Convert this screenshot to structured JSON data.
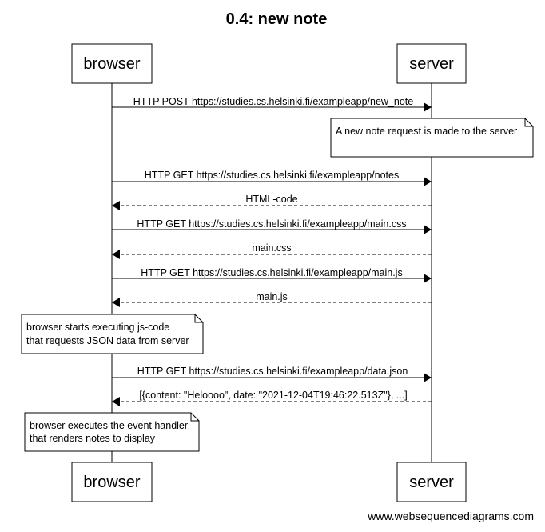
{
  "diagram": {
    "title": "0.4: new note",
    "participants": [
      {
        "id": "browser",
        "label": "browser"
      },
      {
        "id": "server",
        "label": "server"
      }
    ],
    "steps": [
      {
        "kind": "message",
        "from": "browser",
        "to": "server",
        "style": "solid",
        "label": "HTTP POST https://studies.cs.helsinki.fi/exampleapp/new_note"
      },
      {
        "kind": "note",
        "over": "server",
        "placement": "right",
        "lines": [
          "A new note request is made to the server"
        ]
      },
      {
        "kind": "message",
        "from": "browser",
        "to": "server",
        "style": "solid",
        "label": "HTTP GET https://studies.cs.helsinki.fi/exampleapp/notes"
      },
      {
        "kind": "message",
        "from": "server",
        "to": "browser",
        "style": "dashed",
        "label": "HTML-code"
      },
      {
        "kind": "message",
        "from": "browser",
        "to": "server",
        "style": "solid",
        "label": "HTTP GET https://studies.cs.helsinki.fi/exampleapp/main.css"
      },
      {
        "kind": "message",
        "from": "server",
        "to": "browser",
        "style": "dashed",
        "label": "main.css"
      },
      {
        "kind": "message",
        "from": "browser",
        "to": "server",
        "style": "solid",
        "label": "HTTP GET https://studies.cs.helsinki.fi/exampleapp/main.js"
      },
      {
        "kind": "message",
        "from": "server",
        "to": "browser",
        "style": "dashed",
        "label": "main.js"
      },
      {
        "kind": "note",
        "over": "browser",
        "placement": "over",
        "lines": [
          "browser starts executing js-code",
          "that requests JSON data from server"
        ]
      },
      {
        "kind": "message",
        "from": "browser",
        "to": "server",
        "style": "solid",
        "label": "HTTP GET https://studies.cs.helsinki.fi/exampleapp/data.json"
      },
      {
        "kind": "message",
        "from": "server",
        "to": "browser",
        "style": "dashed",
        "label": "[{content: \"Heloooo\", date: \"2021-12-04T19:46:22.513Z\"}, ...]"
      },
      {
        "kind": "note",
        "over": "browser",
        "placement": "over",
        "lines": [
          "browser executes the event handler",
          "that renders notes to display"
        ]
      }
    ],
    "footer": "www.websequencediagrams.com"
  }
}
